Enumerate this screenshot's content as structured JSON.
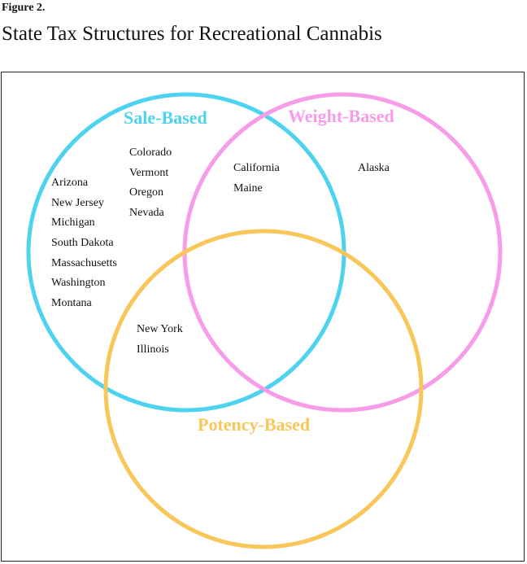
{
  "figure": {
    "label": "Figure 2.",
    "title": "State Tax Structures for Recreational Cannabis"
  },
  "sets": {
    "sale": {
      "label": "Sale-Based",
      "color": "#4dd3f0"
    },
    "weight": {
      "label": "Weight-Based",
      "color": "#f79ce8"
    },
    "potency": {
      "label": "Potency-Based",
      "color": "#f9c65a"
    }
  },
  "regions": {
    "sale_only_left": [
      "Arizona",
      "New Jersey",
      "Michigan",
      "South Dakota",
      "Massachusetts",
      "Washington",
      "Montana"
    ],
    "sale_only_right": [
      "Colorado",
      "Vermont",
      "Oregon",
      "Nevada"
    ],
    "sale_weight": [
      "California",
      "Maine"
    ],
    "weight_only": [
      "Alaska"
    ],
    "sale_potency": [
      "New York",
      "Illinois"
    ]
  }
}
